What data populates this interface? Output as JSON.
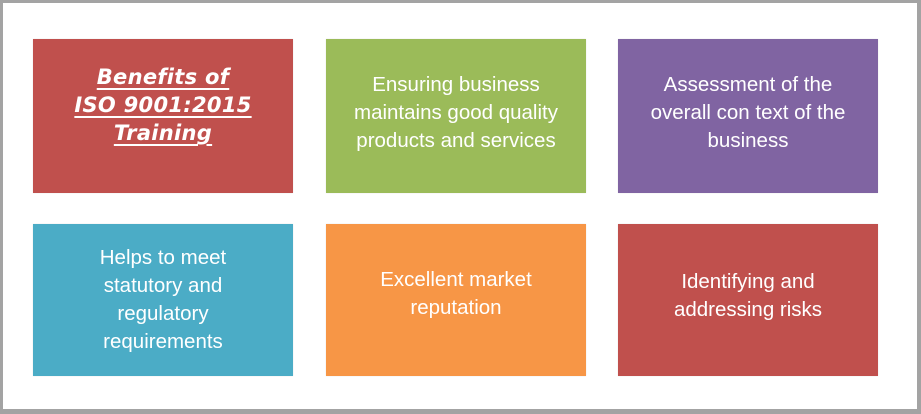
{
  "diagram": {
    "title_box": {
      "text": "Benefits of\nISO 9001:2015\nTraining",
      "color": "#c0504d"
    },
    "boxes": [
      {
        "text": "Ensuring business\nmaintains good quality\nproducts and services",
        "color": "#9bbb59"
      },
      {
        "text": "Assessment of the\noverall con text of the\nbusiness",
        "color": "#8064a2"
      },
      {
        "text": "Helps to meet\nstatutory and\nregulatory\nrequirements",
        "color": "#4bacc6"
      },
      {
        "text": "Excellent market\nreputation",
        "color": "#f79646"
      },
      {
        "text": "Identifying and\naddressing risks",
        "color": "#c0504d"
      }
    ],
    "frame_color": "#a3a3a3",
    "background": "#ffffff"
  }
}
